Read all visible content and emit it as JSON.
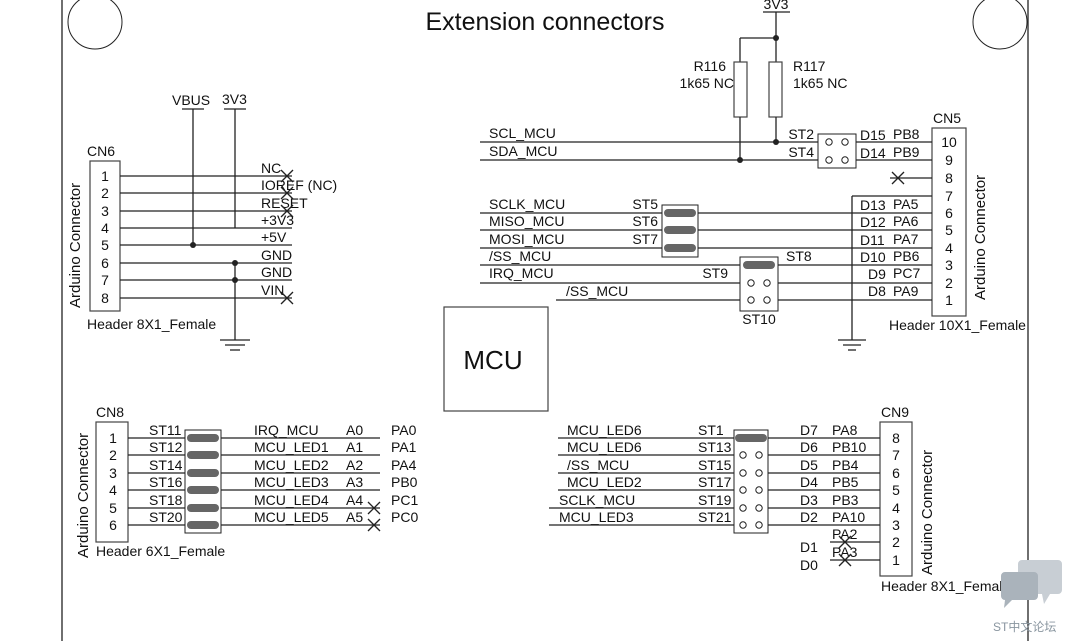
{
  "title": "Extension connectors",
  "power": {
    "vbus": "VBUS",
    "v3v3": "3V3",
    "top_3v3": "3V3"
  },
  "resistors": [
    {
      "ref": "R116",
      "value": "1k65 NC"
    },
    {
      "ref": "R117",
      "value": "1k65 NC"
    }
  ],
  "mcu_label": "MCU",
  "watermark": "ST中文论坛",
  "cn6": {
    "ref": "CN6",
    "side_label": "Arduino Connector",
    "footer": "Header 8X1_Female",
    "pins": [
      "1",
      "2",
      "3",
      "4",
      "5",
      "6",
      "7",
      "8"
    ],
    "signals": [
      "NC",
      "IOREF (NC)",
      "RESET",
      "+3V3",
      "+5V",
      "GND",
      "GND",
      "VIN"
    ]
  },
  "cn5": {
    "ref": "CN5",
    "side_label": "Arduino Connector",
    "footer": "Header 10X1_Female",
    "pins": [
      "10",
      "9",
      "8",
      "7",
      "6",
      "5",
      "4",
      "3",
      "2",
      "1"
    ]
  },
  "cn5_left": {
    "nets": [
      "SCL_MCU",
      "SDA_MCU",
      "SCLK_MCU",
      "MISO_MCU",
      "MOSI_MCU",
      "/SS_MCU",
      "IRQ_MCU",
      "/SS_MCU"
    ],
    "jumpers": [
      "ST2",
      "ST4",
      "ST5",
      "ST6",
      "ST7",
      "ST8",
      "ST9",
      "ST10"
    ],
    "arduino": [
      "D15",
      "D14",
      "D13",
      "D12",
      "D11",
      "D10",
      "D9",
      "D8"
    ],
    "ports": [
      "PB8",
      "PB9",
      "PA5",
      "PA6",
      "PA7",
      "PB6",
      "PC7",
      "PA9"
    ]
  },
  "cn8": {
    "ref": "CN8",
    "side_label": "Arduino Connector",
    "footer": "Header 6X1_Female",
    "pins": [
      "1",
      "2",
      "3",
      "4",
      "5",
      "6"
    ],
    "jumpers": [
      "ST11",
      "ST12",
      "ST14",
      "ST16",
      "ST18",
      "ST20"
    ],
    "nets": [
      "IRQ_MCU",
      "MCU_LED1",
      "MCU_LED2",
      "MCU_LED3",
      "MCU_LED4",
      "MCU_LED5"
    ],
    "arduino": [
      "A0",
      "A1",
      "A2",
      "A3",
      "A4",
      "A5"
    ],
    "ports": [
      "PA0",
      "PA1",
      "PA4",
      "PB0",
      "PC1",
      "PC0"
    ]
  },
  "cn9": {
    "ref": "CN9",
    "side_label": "Arduino Connector",
    "footer": "Header 8X1_Female",
    "pins": [
      "8",
      "7",
      "6",
      "5",
      "4",
      "3",
      "2",
      "1"
    ],
    "nets": [
      "MCU_LED6",
      "MCU_LED6",
      "/SS_MCU",
      "MCU_LED2",
      "SCLK_MCU",
      "MCU_LED3"
    ],
    "jumpers": [
      "ST1",
      "ST13",
      "ST15",
      "ST17",
      "ST19",
      "ST21"
    ],
    "arduino": [
      "D7",
      "D6",
      "D5",
      "D4",
      "D3",
      "D2",
      "D1",
      "D0"
    ],
    "ports": [
      "PA8",
      "PB10",
      "PB4",
      "PB5",
      "PB3",
      "PA10",
      "PA2",
      "PA3"
    ]
  }
}
